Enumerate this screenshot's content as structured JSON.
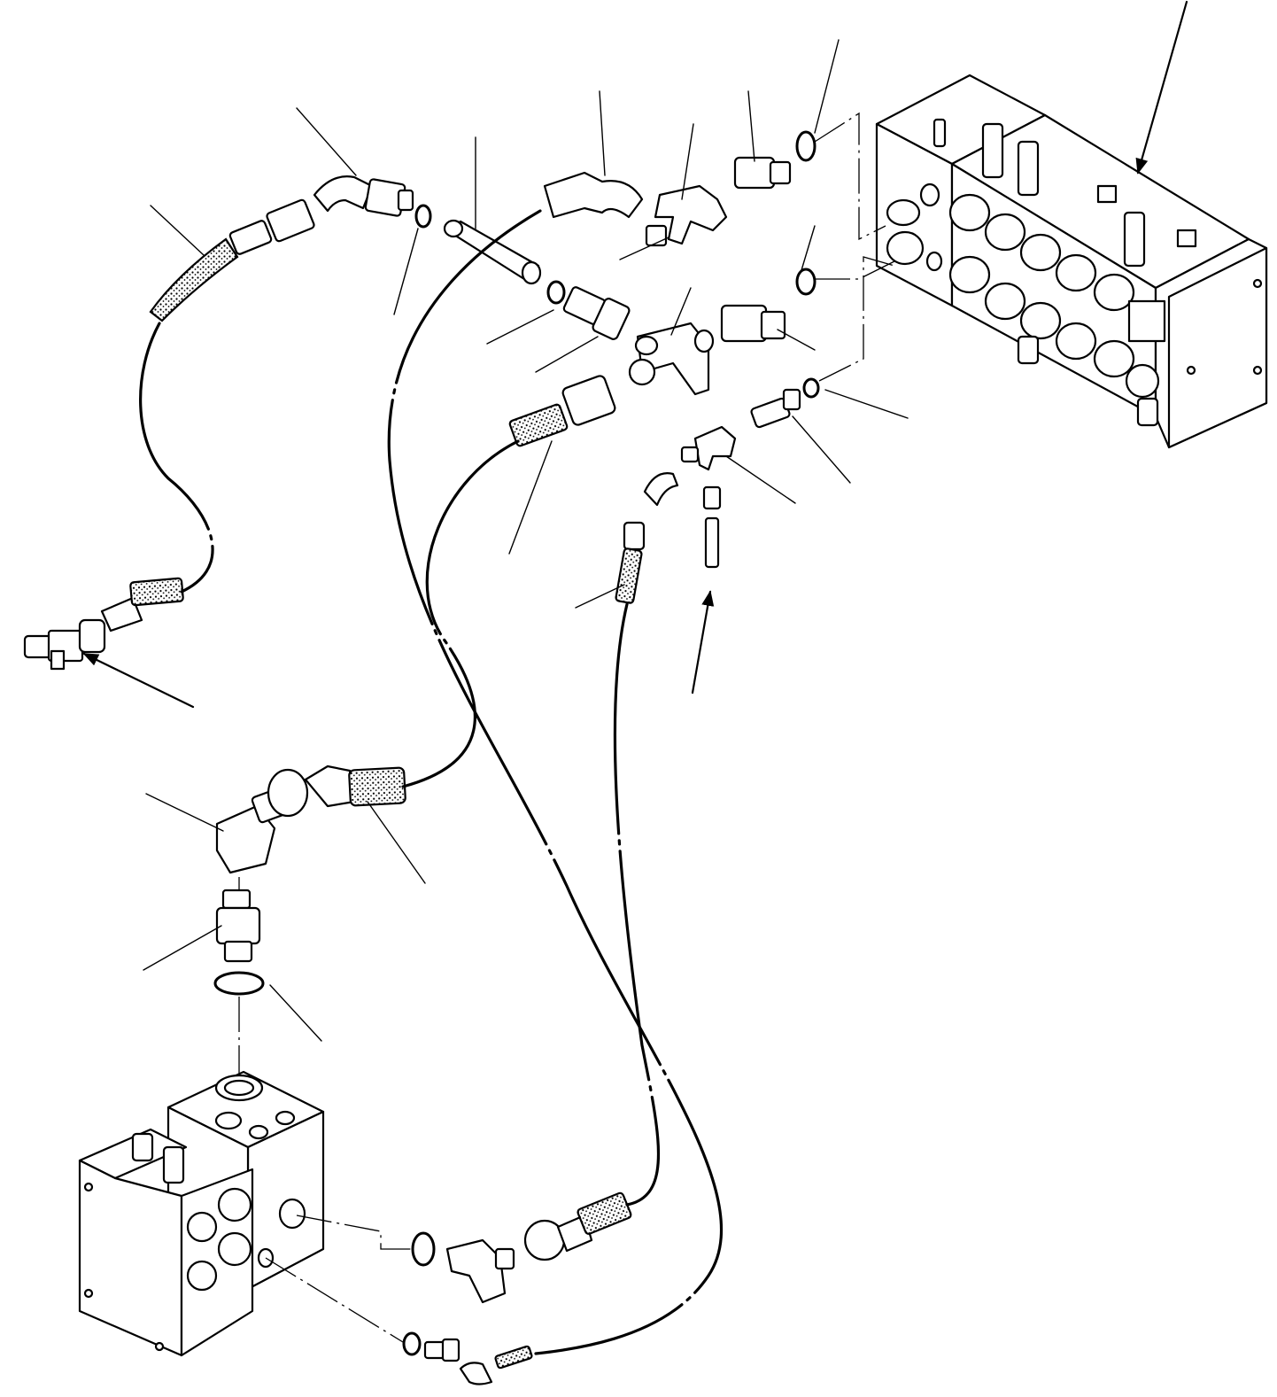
{
  "figure": {
    "kind": "exploded hydraulic parts diagram",
    "labels_present": false
  },
  "components": {
    "main_control_valve": {
      "icon": "control-valve-icon"
    },
    "auxiliary_valve": {
      "icon": "auxiliary-valve-icon"
    },
    "tee_fitting_left": {
      "icon": "tee-fitting-icon"
    }
  },
  "callout_arrows": [
    {
      "name": "arrow-to-main-valve"
    },
    {
      "name": "arrow-to-left-tee"
    },
    {
      "name": "arrow-to-test-port"
    }
  ],
  "colors": {
    "ink": "#000000",
    "paper": "#ffffff"
  }
}
